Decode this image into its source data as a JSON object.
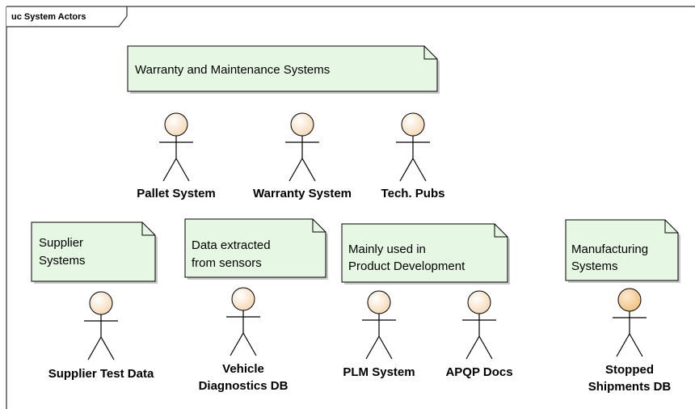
{
  "frame": {
    "title": "uc System Actors"
  },
  "colors": {
    "note_fill": "#e6f8e3",
    "actor_head": "#fbe3c6",
    "actor_head_highlight": "#f6cf9c",
    "line": "#000000"
  },
  "notes": [
    {
      "id": "warranty",
      "lines": [
        "Warranty and Maintenance Systems"
      ]
    },
    {
      "id": "supplier",
      "lines": [
        "Supplier",
        "Systems"
      ]
    },
    {
      "id": "sensors",
      "lines": [
        "Data extracted",
        "from sensors"
      ]
    },
    {
      "id": "product-dev",
      "lines": [
        "Mainly used in",
        "Product Development"
      ]
    },
    {
      "id": "manufacturing",
      "lines": [
        "Manufacturing",
        "Systems"
      ]
    }
  ],
  "actors": [
    {
      "id": "pallet-system",
      "label": [
        "Pallet System"
      ]
    },
    {
      "id": "warranty-system",
      "label": [
        "Warranty System"
      ]
    },
    {
      "id": "tech-pubs",
      "label": [
        "Tech. Pubs"
      ]
    },
    {
      "id": "supplier-test-data",
      "label": [
        "Supplier Test Data"
      ]
    },
    {
      "id": "vehicle-diagnostics-db",
      "label": [
        "Vehicle",
        "Diagnostics DB"
      ]
    },
    {
      "id": "plm-system",
      "label": [
        "PLM System"
      ]
    },
    {
      "id": "apqp-docs",
      "label": [
        "APQP Docs"
      ]
    },
    {
      "id": "stopped-shipments-db",
      "label": [
        "Stopped",
        "Shipments DB"
      ],
      "selected": true
    }
  ]
}
